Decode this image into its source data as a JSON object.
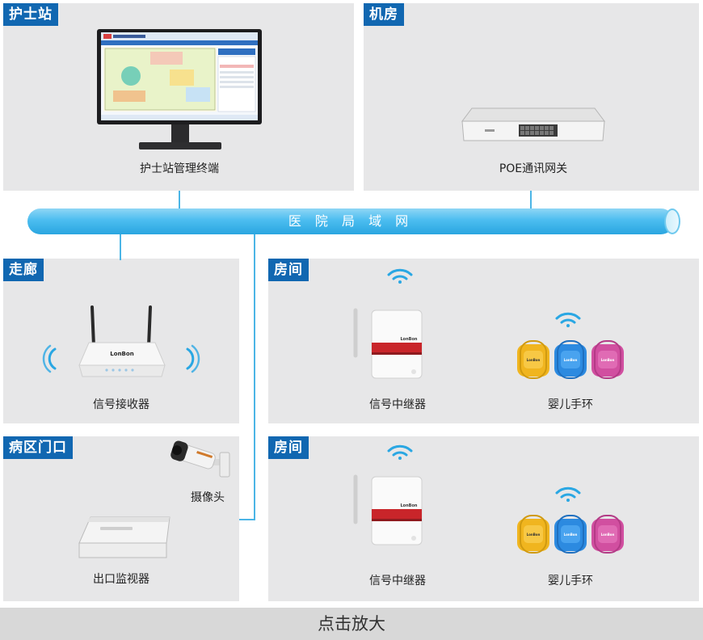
{
  "sections": {
    "nurse_station": {
      "title": "护士站",
      "label": "护士站管理终端"
    },
    "machine_room": {
      "title": "机房",
      "label": "POE通讯网关"
    },
    "corridor": {
      "title": "走廊",
      "label": "信号接收器"
    },
    "ward_entrance": {
      "title": "病区门口",
      "camera_label": "摄像头",
      "monitor_label": "出口监视器"
    },
    "room_1": {
      "title": "房间",
      "repeater_label": "信号中继器",
      "bracelet_label": "婴儿手环"
    },
    "room_2": {
      "title": "房间",
      "repeater_label": "信号中继器",
      "bracelet_label": "婴儿手环"
    }
  },
  "network": {
    "label": "医 院 局 域 网"
  },
  "footer": {
    "label": "点击放大"
  },
  "device_brand": "LonBon",
  "colors": {
    "accent": "#1167b1",
    "line": "#4bb5e6",
    "panel": "#e7e7e8",
    "wifi": "#2aa7e3"
  }
}
